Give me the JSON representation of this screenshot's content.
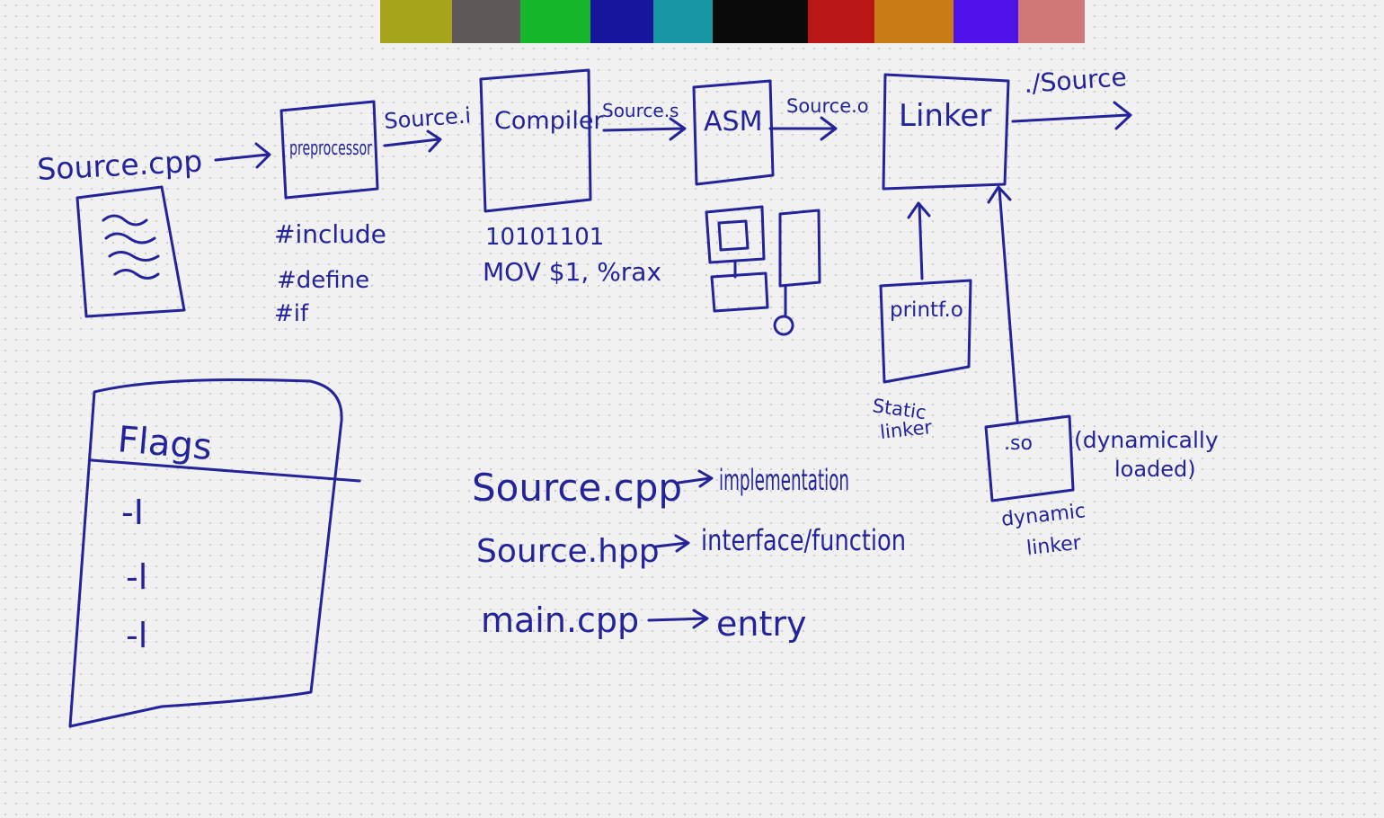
{
  "palette": [
    {
      "name": "olive",
      "color": "#a6a41b"
    },
    {
      "name": "gray",
      "color": "#5f5858"
    },
    {
      "name": "green",
      "color": "#16b72a"
    },
    {
      "name": "navy",
      "color": "#16159b"
    },
    {
      "name": "teal",
      "color": "#1797a4"
    },
    {
      "name": "black",
      "color": "#0a0a0a"
    },
    {
      "name": "red",
      "color": "#b91717"
    },
    {
      "name": "orange",
      "color": "#c77c16"
    },
    {
      "name": "purple",
      "color": "#4e12e8"
    },
    {
      "name": "pink",
      "color": "#ce7878"
    }
  ],
  "ink_color": "#23239a",
  "pipeline": {
    "input_file": "Source.cpp",
    "preprocessor": "preprocessor",
    "preprocessor_output": "Source.i",
    "compiler": "Compiler",
    "compiler_output": "Source.s",
    "assembler": "ASM",
    "assembler_output": "Source.o",
    "linker": "Linker",
    "linker_output": "./Source"
  },
  "directives": [
    "#include",
    "#define",
    "#if"
  ],
  "compiler_notes": [
    "10101101",
    "MOV $1, %rax"
  ],
  "static_lib": {
    "file": "printf.o",
    "label_line1": "Static",
    "label_line2": "linker"
  },
  "dynamic_lib": {
    "file": ".so",
    "note_line1": "(dynamically",
    "note_line2": "loaded)",
    "label_line1": "dynamic",
    "label_line2": "linker"
  },
  "flags": {
    "title": "Flags",
    "items": [
      "-I",
      "-l",
      "-l"
    ]
  },
  "files": [
    {
      "name": "Source.cpp",
      "role": "implementation"
    },
    {
      "name": "Source.hpp",
      "role": "interface/function"
    },
    {
      "name": "main.cpp",
      "role": "entry"
    }
  ]
}
